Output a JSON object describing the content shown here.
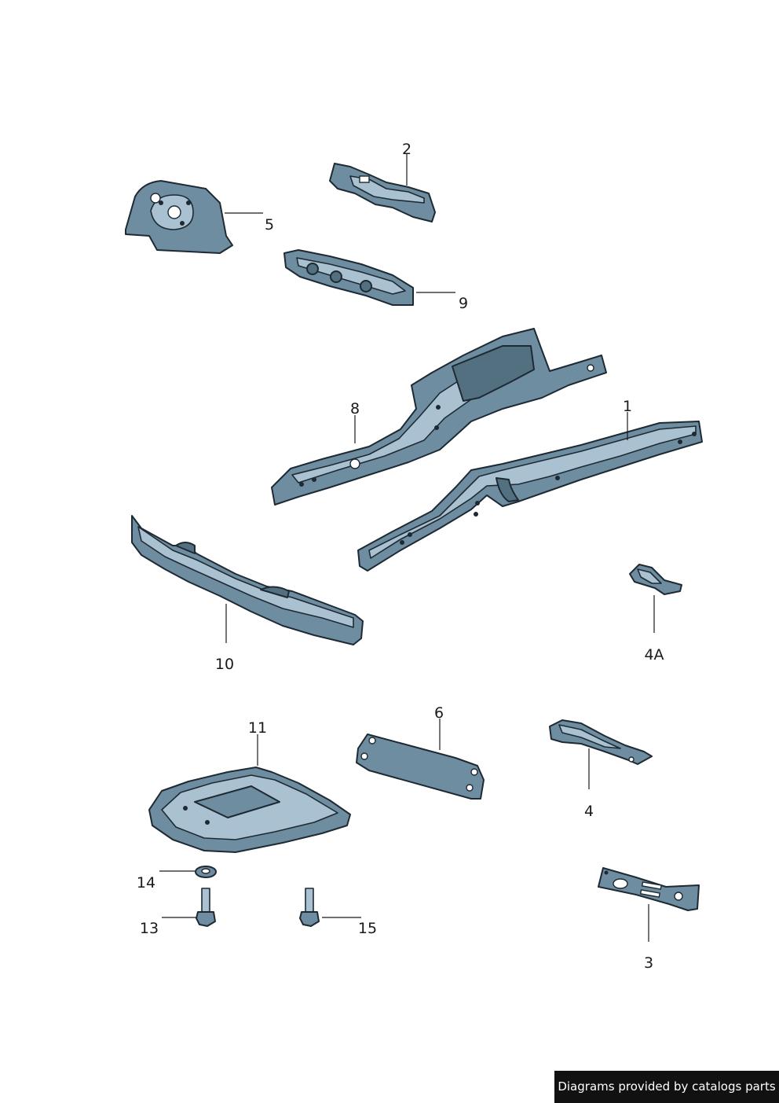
{
  "diagram": {
    "callouts": [
      {
        "id": "1",
        "label": "1"
      },
      {
        "id": "2",
        "label": "2"
      },
      {
        "id": "3",
        "label": "3"
      },
      {
        "id": "4",
        "label": "4"
      },
      {
        "id": "4A",
        "label": "4A"
      },
      {
        "id": "5",
        "label": "5"
      },
      {
        "id": "6",
        "label": "6"
      },
      {
        "id": "8",
        "label": "8"
      },
      {
        "id": "9",
        "label": "9"
      },
      {
        "id": "10",
        "label": "10"
      },
      {
        "id": "11",
        "label": "11"
      },
      {
        "id": "13",
        "label": "13"
      },
      {
        "id": "14",
        "label": "14"
      },
      {
        "id": "15",
        "label": "15"
      }
    ]
  },
  "credit": {
    "text": "Diagrams provided by catalogs parts"
  },
  "colors": {
    "part_fill": "#6f8da0",
    "part_highlight": "#a9c1d0",
    "outline": "#1e2a33",
    "credit_bg": "#111111"
  }
}
